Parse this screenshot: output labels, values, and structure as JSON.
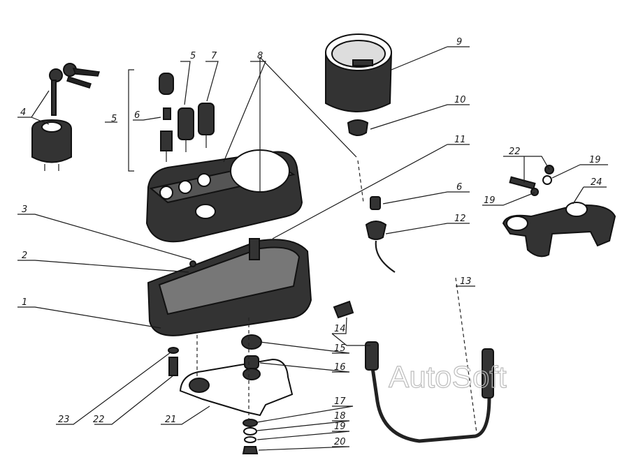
{
  "diagram": {
    "labels": {
      "l4": "4",
      "l5a": "5",
      "l5b": "5",
      "l6a": "6",
      "l7": "7",
      "l8": "8",
      "l9": "9",
      "l10": "10",
      "l11": "11",
      "l6b": "6",
      "l12": "12",
      "l3": "3",
      "l2": "2",
      "l1": "1",
      "l22a": "22",
      "l19a": "19",
      "l19b": "19",
      "l24": "24",
      "l13": "13",
      "l14": "14",
      "l15": "15",
      "l16": "16",
      "l17": "17",
      "l18": "18",
      "l19c": "19",
      "l20": "20",
      "l21": "21",
      "l22b": "22",
      "l23": "23"
    },
    "watermark": "AutoSoft"
  }
}
